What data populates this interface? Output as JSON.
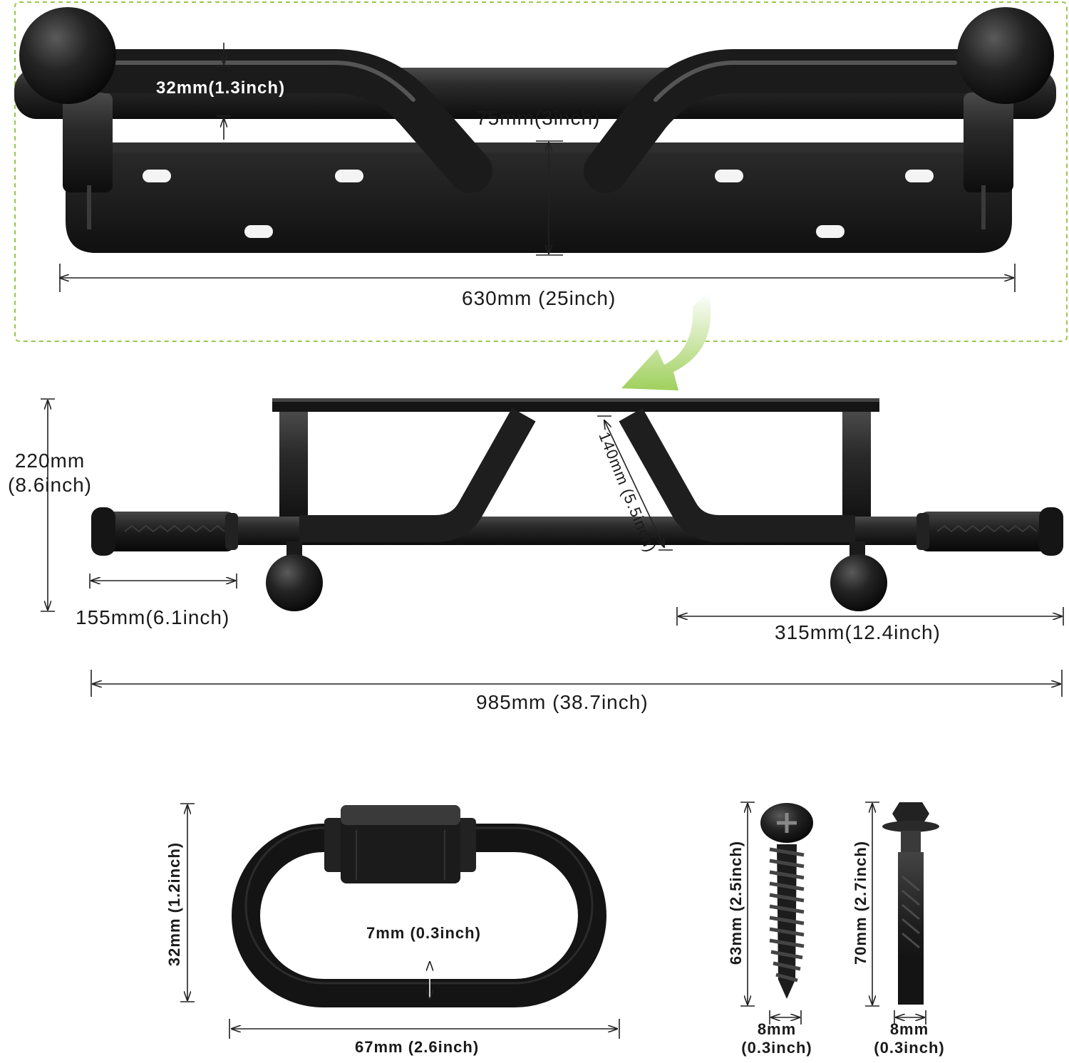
{
  "colors": {
    "bar": "#1c1c1c",
    "highlight": "#3a3a3a",
    "dim_line": "#222222",
    "panel_border": "#9bc54f",
    "arrow": "#a8d56d"
  },
  "icons": [
    "curved-arrow-icon",
    "dimension-arrow-icon",
    "mounting-bracket-icon",
    "pull-up-bar-icon",
    "quick-link-icon",
    "wood-screw-icon",
    "anchor-bolt-icon"
  ],
  "bracket": {
    "tube_diameter": "32mm(1.3inch)",
    "plate_height": "75mm(3inch)",
    "plate_width": "630mm (25inch)"
  },
  "bar": {
    "height_mm": "220mm",
    "height_in": "(8.6inch)",
    "arm_length": "140mm (5.5inch)",
    "grip_length": "155mm(6.1inch)",
    "half_width": "315mm(12.4inch)",
    "total_width": "985mm (38.7inch)"
  },
  "link": {
    "height": "32mm (1.2inch)",
    "thickness": "7mm (0.3inch)",
    "width": "67mm (2.6inch)"
  },
  "screw": {
    "length": "63mm (2.5inch)",
    "diameter_mm": "8mm",
    "diameter_in": "(0.3inch)"
  },
  "bolt": {
    "length": "70mm (2.7inch)",
    "diameter_mm": "8mm",
    "diameter_in": "(0.3inch)"
  }
}
